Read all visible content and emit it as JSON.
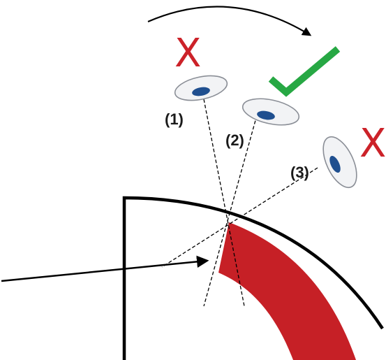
{
  "positions": [
    {
      "label": "(1)",
      "verdict": "incorrect"
    },
    {
      "label": "(2)",
      "verdict": "correct"
    },
    {
      "label": "(3)",
      "verdict": "incorrect"
    }
  ],
  "marks": {
    "incorrect_symbol": "X"
  },
  "colors": {
    "cut_region": "#c62026",
    "incorrect_mark": "#cc2229",
    "correct_mark": "#27a844",
    "lens": "#f2f3f5",
    "lens_outline": "#8a8e96",
    "pupil": "#1f4f8f",
    "lines": "#000000"
  },
  "icons": {
    "lens": "eye-lens-icon",
    "correct": "checkmark-icon",
    "incorrect": "x-mark-icon",
    "rotation": "curved-arrow-icon"
  }
}
